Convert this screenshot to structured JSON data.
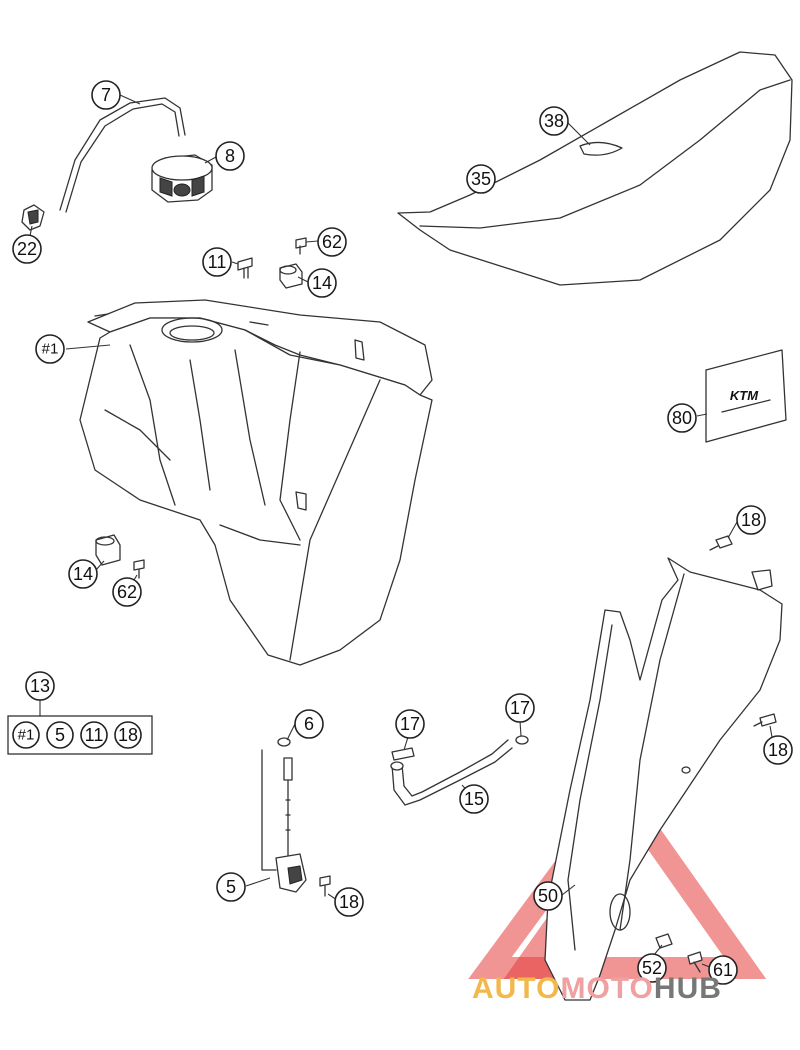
{
  "callouts": {
    "c7": "7",
    "c8": "8",
    "c22": "22",
    "c11a": "11",
    "c62a": "62",
    "c14a": "14",
    "c38": "38",
    "c35": "35",
    "c1": "#1",
    "c80": "80",
    "c14b": "14",
    "c62b": "62",
    "c18a": "18",
    "c13": "13",
    "kit": [
      "#1",
      "5",
      "11",
      "18"
    ],
    "c6": "6",
    "c17a": "17",
    "c17b": "17",
    "c15": "15",
    "c5": "5",
    "c18b": "18",
    "c18c": "18",
    "c50": "50",
    "c52": "52",
    "c61": "61"
  },
  "decal_logo": "KTM",
  "watermark": {
    "auto": "AUTO",
    "moto": "MOTO",
    "hub": "HUB",
    "colors": {
      "auto": "#f2b84b",
      "moto": "#f0a0a0",
      "hub": "#777777",
      "triangle": "#e63c3c"
    }
  }
}
